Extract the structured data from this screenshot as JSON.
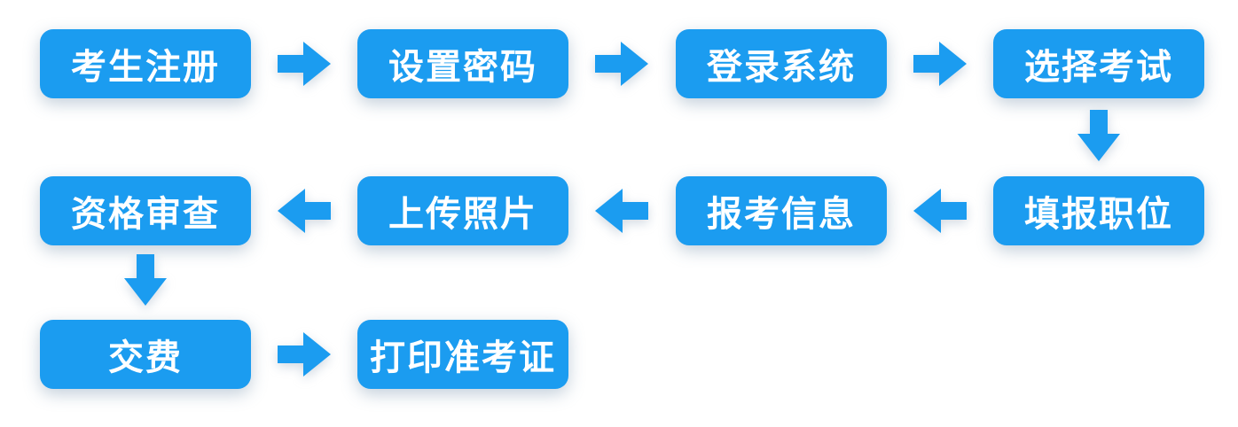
{
  "diagram": {
    "type": "flowchart",
    "background_color": "#ffffff",
    "node_fill_color": "#1b9cf0",
    "node_text_color": "#ffffff",
    "arrow_color": "#1b9cf0",
    "nodes": [
      {
        "id": "register",
        "label": "考生注册"
      },
      {
        "id": "set-password",
        "label": "设置密码"
      },
      {
        "id": "login-system",
        "label": "登录系统"
      },
      {
        "id": "select-exam",
        "label": "选择考试"
      },
      {
        "id": "fill-position",
        "label": "填报职位"
      },
      {
        "id": "application-info",
        "label": "报考信息"
      },
      {
        "id": "upload-photo",
        "label": "上传照片"
      },
      {
        "id": "qualification-review",
        "label": "资格审查"
      },
      {
        "id": "pay-fee",
        "label": "交费"
      },
      {
        "id": "print-admission-ticket",
        "label": "打印准考证"
      }
    ],
    "edges": [
      {
        "from": "考生注册",
        "to": "设置密码",
        "direction": "right"
      },
      {
        "from": "设置密码",
        "to": "登录系统",
        "direction": "right"
      },
      {
        "from": "登录系统",
        "to": "选择考试",
        "direction": "right"
      },
      {
        "from": "选择考试",
        "to": "填报职位",
        "direction": "down"
      },
      {
        "from": "填报职位",
        "to": "报考信息",
        "direction": "left"
      },
      {
        "from": "报考信息",
        "to": "上传照片",
        "direction": "left"
      },
      {
        "from": "上传照片",
        "to": "资格审查",
        "direction": "left"
      },
      {
        "from": "资格审查",
        "to": "交费",
        "direction": "down"
      },
      {
        "from": "交费",
        "to": "打印准考证",
        "direction": "right"
      }
    ]
  }
}
